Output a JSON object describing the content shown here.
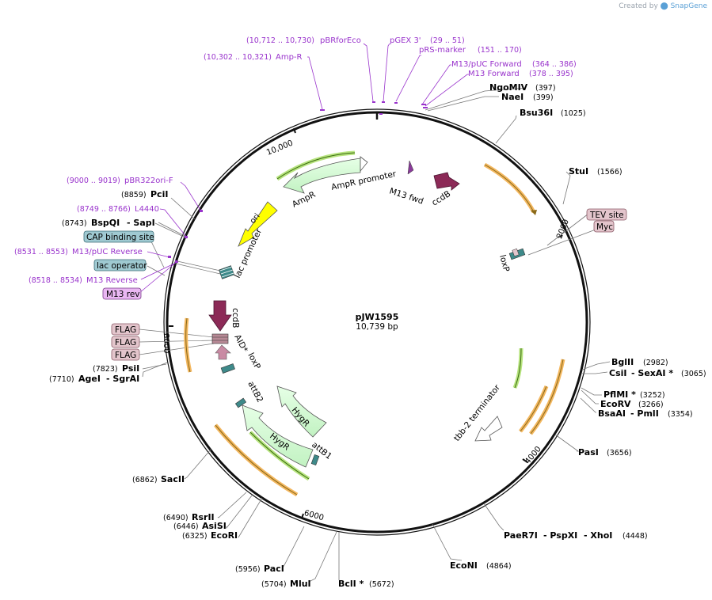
{
  "credit": {
    "prefix": "Created by",
    "brand": "SnapGene"
  },
  "plasmid": {
    "name": "pJW1595",
    "size": "10,739 bp"
  },
  "ticks": [
    "10,000",
    "2000",
    "4000",
    "6000",
    "8000"
  ],
  "enzymes": {
    "NgoMIV": {
      "name": "NgoMIV",
      "pos": "(397)"
    },
    "NaeI": {
      "name": "NaeI",
      "pos": "(399)"
    },
    "Bsu36I": {
      "name": "Bsu36I",
      "pos": "(1025)"
    },
    "StuI": {
      "name": "StuI",
      "pos": "(1566)"
    },
    "BglII": {
      "name": "BglII",
      "pos": "(2982)"
    },
    "CsiI": {
      "name": "CsiI",
      "pos": ""
    },
    "SexAI": {
      "name": "SexAI *",
      "pos": "(3065)"
    },
    "PflMI": {
      "name": "PflMI *",
      "pos": "(3252)"
    },
    "EcoRV": {
      "name": "EcoRV",
      "pos": "(3266)"
    },
    "BsaAI": {
      "name": "BsaAI",
      "pos": ""
    },
    "PmlI": {
      "name": "PmlI",
      "pos": "(3354)"
    },
    "PasI": {
      "name": "PasI",
      "pos": "(3656)"
    },
    "PaeR7I": {
      "name": "PaeR7I",
      "pos": ""
    },
    "PspXI": {
      "name": "PspXI",
      "pos": ""
    },
    "XhoI": {
      "name": "XhoI",
      "pos": "(4448)"
    },
    "EcoNI": {
      "name": "EcoNI",
      "pos": "(4864)"
    },
    "BclI": {
      "name": "BclI *",
      "pos": "(5672)"
    },
    "MluI": {
      "name": "MluI",
      "pos": "(5704)"
    },
    "PacI": {
      "name": "PacI",
      "pos": "(5956)"
    },
    "EcoRI": {
      "name": "EcoRI",
      "pos": "(6325)"
    },
    "AsiSI": {
      "name": "AsiSI",
      "pos": "(6446)"
    },
    "RsrII": {
      "name": "RsrII",
      "pos": "(6490)"
    },
    "SacII": {
      "name": "SacII",
      "pos": "(6862)"
    },
    "AgeI": {
      "name": "AgeI",
      "pos": "(7710)"
    },
    "SgrAI": {
      "name": "SgrAI",
      "pos": ""
    },
    "PsiI": {
      "name": "PsiI",
      "pos": "(7823)"
    },
    "BspQI": {
      "name": "BspQI",
      "pos": "(8743)"
    },
    "SapI": {
      "name": "SapI",
      "pos": ""
    },
    "PciI": {
      "name": "PciI",
      "pos": "(8859)"
    }
  },
  "primers": {
    "pBRforEco": {
      "name": "pBRforEco",
      "range": "(10,712 .. 10,730)"
    },
    "pGEX3": {
      "name": "pGEX 3'",
      "range": "(29 .. 51)"
    },
    "pRSmarker": {
      "name": "pRS-marker",
      "range": "(151 .. 170)"
    },
    "M13pUCForward": {
      "name": "M13/pUC Forward",
      "range": "(364 .. 386)"
    },
    "M13Forward": {
      "name": "M13 Forward",
      "range": "(378 .. 395)"
    },
    "AmpR": {
      "name": "Amp-R",
      "range": "(10,302 .. 10,321)"
    },
    "pBR322oriF": {
      "name": "pBR322ori-F",
      "range": "(9000 .. 9019)"
    },
    "L4440": {
      "name": "L4440",
      "range": "(8749 .. 8766)"
    },
    "M13pUCReverse": {
      "name": "M13/pUC Reverse",
      "range": "(8531 .. 8553)"
    },
    "M13Reverse": {
      "name": "M13 Reverse",
      "range": "(8518 .. 8534)"
    }
  },
  "boxes": {
    "tev": "TEV site",
    "myc": "Myc",
    "cap": "CAP binding site",
    "lacop": "lac operator",
    "m13rev": "M13 rev",
    "flag1": "FLAG",
    "flag2": "FLAG",
    "flag3": "FLAG"
  },
  "features": {
    "ampr": "AmpR",
    "amprpromoter": "AmpR promoter",
    "m13fwd": "M13 fwd",
    "ccdb_top": "ccdB",
    "ori": "ori",
    "lacpromoter": "lac promoter",
    "loxp_right": "loxP",
    "ccdb_inner": "ccdB",
    "aid": "AID*",
    "loxp_inner": "loxP",
    "attb2": "attB2",
    "hygr_inner": "HygR",
    "hygr": "HygR",
    "attb1": "attB1",
    "tbb2": "tbb-2 terminator"
  },
  "colors": {
    "primer": "#9933cc",
    "ccdb": "#8c2a57",
    "ori": "#ffff00",
    "feature_green": "#ccffcc",
    "orf": "#f3b75f",
    "box_pink": "#e3c5cc",
    "box_teal": "#9fc9d1",
    "m13rev_box": "#e9b7f2"
  }
}
